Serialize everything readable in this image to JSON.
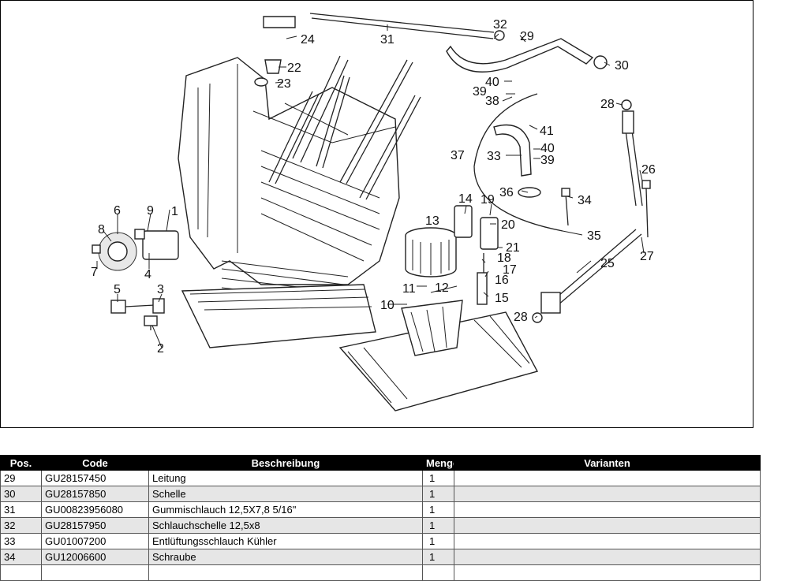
{
  "diagram": {
    "labels": [
      "1",
      "2",
      "3",
      "4",
      "5",
      "6",
      "7",
      "8",
      "9",
      "10",
      "11",
      "12",
      "13",
      "14",
      "15",
      "16",
      "17",
      "18",
      "19",
      "20",
      "21",
      "22",
      "23",
      "24",
      "25",
      "26",
      "27",
      "28",
      "28",
      "29",
      "30",
      "31",
      "32",
      "33",
      "34",
      "35",
      "36",
      "37",
      "38",
      "39",
      "39",
      "40",
      "40",
      "41"
    ]
  },
  "table": {
    "headers": [
      "Pos.",
      "Code",
      "Beschreibung",
      "Menge",
      "Varianten"
    ],
    "rows": [
      {
        "pos": "29",
        "code": "GU28157450",
        "desc": "Leitung",
        "qty": "1",
        "var": ""
      },
      {
        "pos": "30",
        "code": "GU28157850",
        "desc": "Schelle",
        "qty": "1",
        "var": ""
      },
      {
        "pos": "31",
        "code": "GU00823956080",
        "desc": "Gummischlauch 12,5X7,8 5/16\"",
        "qty": "1",
        "var": ""
      },
      {
        "pos": "32",
        "code": "GU28157950",
        "desc": "Schlauchschelle 12,5x8",
        "qty": "1",
        "var": ""
      },
      {
        "pos": "33",
        "code": "GU01007200",
        "desc": "Entlüftungsschlauch Kühler",
        "qty": "1",
        "var": ""
      },
      {
        "pos": "34",
        "code": "GU12006600",
        "desc": "Schraube",
        "qty": "1",
        "var": ""
      },
      {
        "pos": "",
        "code": "",
        "desc": "",
        "qty": "",
        "var": ""
      }
    ]
  }
}
